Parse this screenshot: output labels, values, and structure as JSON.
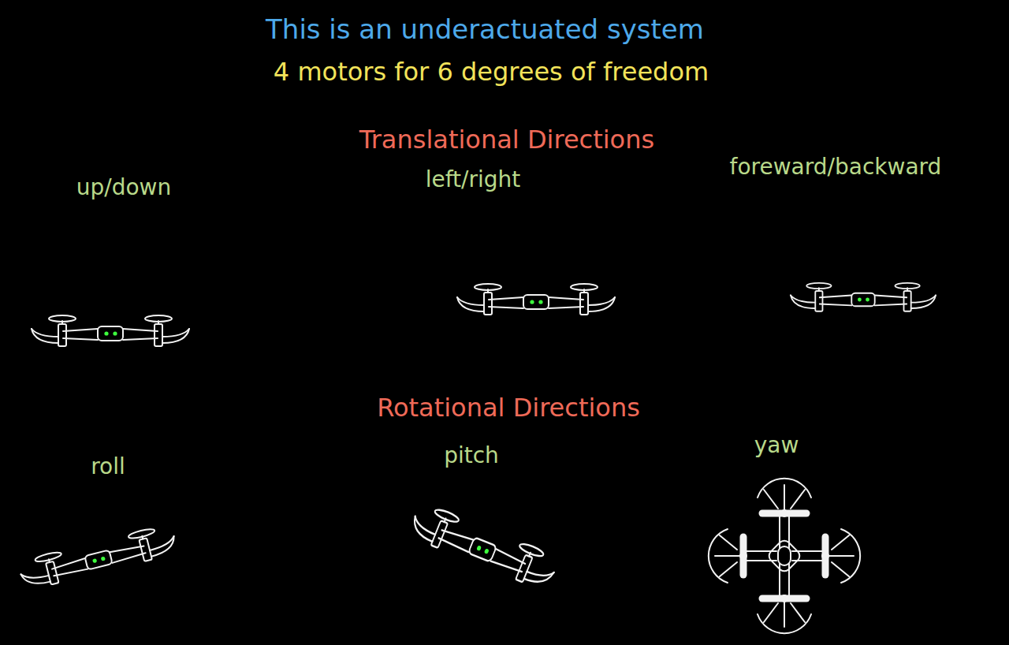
{
  "diagram": {
    "title": "This is an underactuated system",
    "labels": [
      "4 motors for 6 degrees of freedom",
      "Translational Directions",
      "up/down",
      "left/right",
      "foreward/backward",
      "Rotational Directions",
      "roll",
      "pitch",
      "yaw"
    ]
  }
}
